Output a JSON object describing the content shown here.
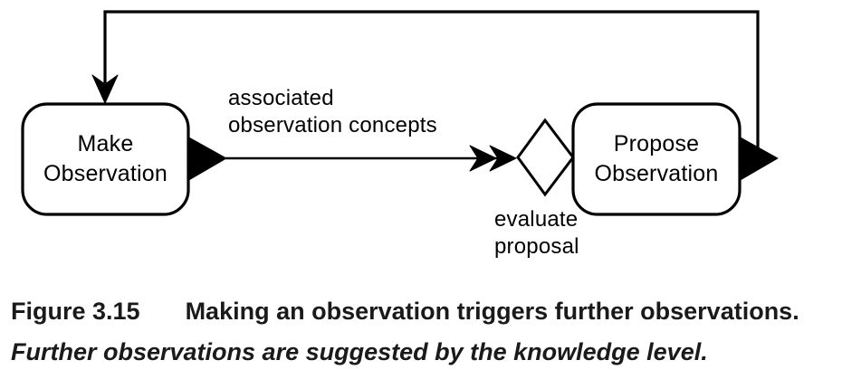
{
  "diagram": {
    "nodes": [
      {
        "id": "make-observation",
        "label_line1": "Make",
        "label_line2": "Observation"
      },
      {
        "id": "propose-observation",
        "label_line1": "Propose",
        "label_line2": "Observation"
      }
    ],
    "edge_labels": {
      "associated_line1": "associated",
      "associated_line2": "observation concepts",
      "evaluate_line1": "evaluate",
      "evaluate_line2": "proposal"
    },
    "shapes": {
      "decision_diamond": "evaluate-proposal-diamond",
      "feedback_loop": "propose-to-make-feedback-arrow"
    }
  },
  "caption": {
    "figure_number": "Figure 3.15",
    "title": "Making an observation triggers further observations.",
    "subtitle": "Further observations are suggested by the knowledge level."
  },
  "colors": {
    "ink": "#000000",
    "background": "#ffffff"
  }
}
